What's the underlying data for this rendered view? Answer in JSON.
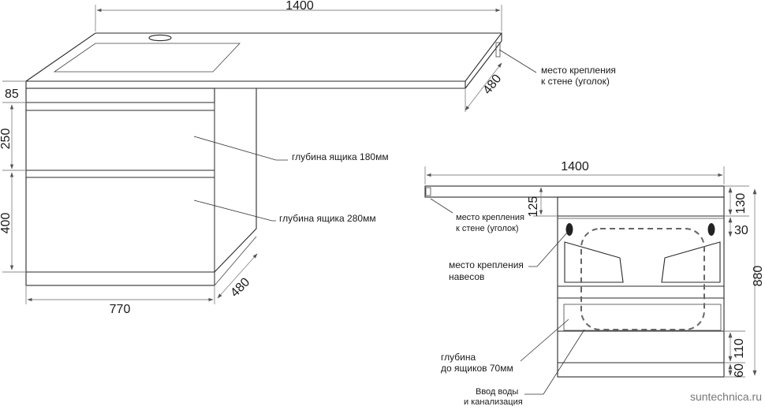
{
  "left_view": {
    "dims": {
      "width_top": "1400",
      "depth_top": "480",
      "thickness": "85",
      "drawer1_h": "250",
      "drawer2_h": "400",
      "width_bottom": "770",
      "depth_bottom": "480"
    },
    "notes": {
      "wall_mount_line1": "место крепления",
      "wall_mount_line2": "к стене (уголок)",
      "drawer1_depth": "глубина ящика 180мм",
      "drawer2_depth": "глубина ящика 280мм"
    }
  },
  "right_view": {
    "dims": {
      "width": "1400",
      "h125": "125",
      "h130": "130",
      "h30": "30",
      "h880": "880",
      "h110": "110",
      "h60": "60"
    },
    "notes": {
      "wall_mount_line1": "место крепления",
      "wall_mount_line2": "к стене (уголок)",
      "hinge_line1": "место крепления",
      "hinge_line2": "навесов",
      "depth_line1": "глубина",
      "depth_line2": "до ящиков 70мм",
      "inlet_line1": "Ввод воды",
      "inlet_line2": "и канализация"
    }
  },
  "watermark": "suntechnica.ru"
}
